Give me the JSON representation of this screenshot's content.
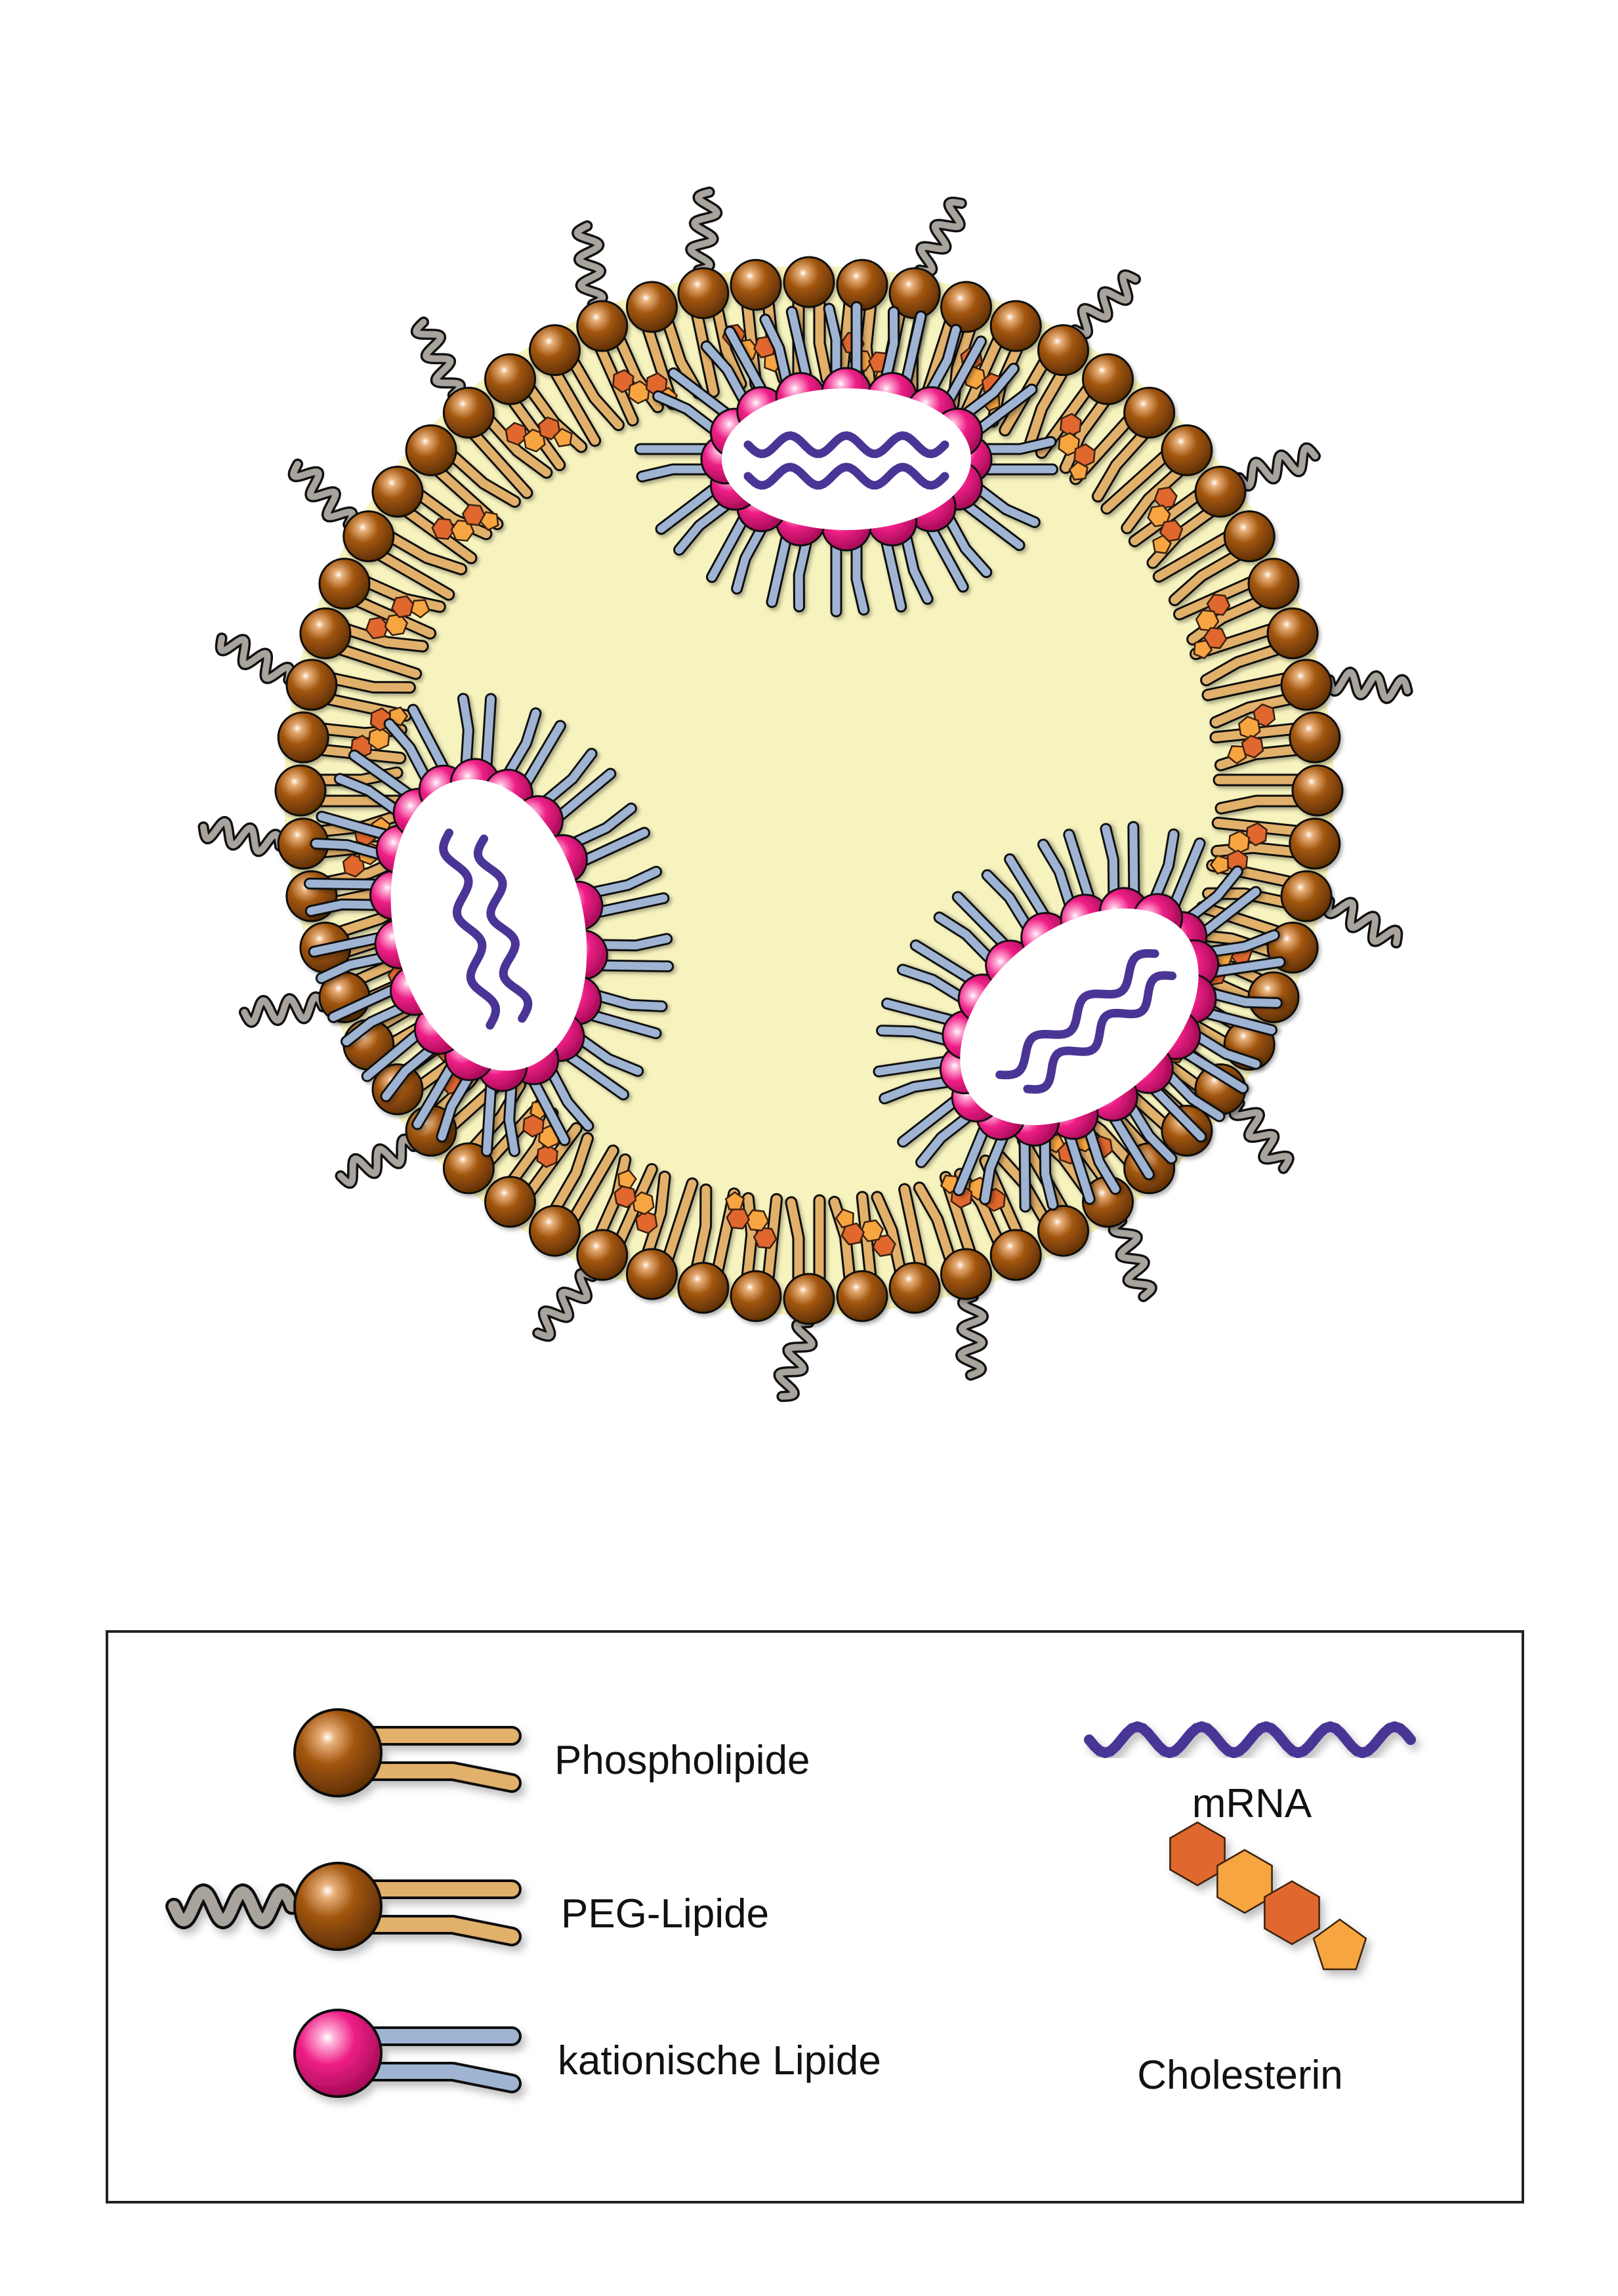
{
  "legend": {
    "phospholipid_label": "Phospholipide",
    "peg_lipid_label": "PEG-Lipide",
    "cationic_lipid_label": "kationische Lipide",
    "mrna_label": "mRNA",
    "cholesterol_label": "Cholesterin"
  },
  "colors": {
    "core_fill": "#f7f3be",
    "phospholipid_head": "#8f4a0c",
    "phospholipid_tail": "#e1b06a",
    "cationic_head": "#ec1c83",
    "cationic_tail": "#9fb4d3",
    "peg_chain": "#a8a39c",
    "mrna": "#4a3596",
    "cholesterol_dark": "#e0672e",
    "cholesterol_light": "#f7a541"
  },
  "icons": {
    "phospholipid": "ball-and-two-tails-icon",
    "peg_lipid": "wavy-chain-lipid-icon",
    "cationic_lipid": "pink-ball-lipid-icon",
    "mrna": "wavy-strand-icon",
    "cholesterol": "hexagon-ring-icon"
  }
}
